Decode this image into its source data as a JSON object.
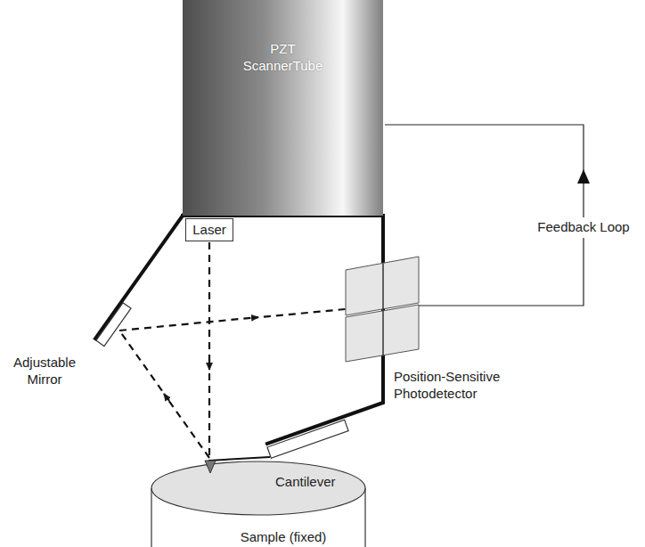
{
  "diagram": {
    "nodes": [
      {
        "text": [
          "PZT ScannerTube"
        ]
      },
      {
        "text": [
          "Laser"
        ]
      }
    ],
    "labels": [
      "Feedback Loop",
      "Adjustable Mirror",
      "Position-Sensitive Photodetector",
      "Cantilever",
      "Sample (fixed)"
    ]
  }
}
